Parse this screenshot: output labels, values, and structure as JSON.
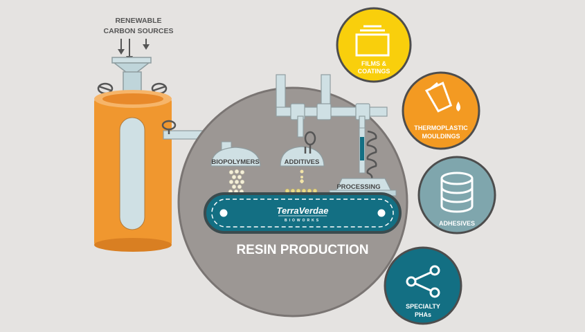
{
  "source": {
    "line1": "RENEWABLE",
    "line2": "CARBON SOURCES"
  },
  "stations": {
    "biopolymers": "BIOPOLYMERS",
    "additives": "ADDITIVES",
    "processing": "PROCESSING"
  },
  "belt": {
    "brand": "TerraVerdae",
    "sub": "BIOWORKS"
  },
  "section_title": "RESIN PRODUCTION",
  "products": [
    {
      "line1": "FILMS &",
      "line2": "COATINGS",
      "color": "#f9cf0c",
      "icon": "stacked-sheets-icon"
    },
    {
      "line1": "THERMOPLASTIC",
      "line2": "MOULDINGS",
      "color": "#f39a22",
      "icon": "pouring-bucket-icon"
    },
    {
      "line1": "ADHESIVES",
      "line2": "",
      "color": "#7fa6ad",
      "icon": "database-stack-icon"
    },
    {
      "line1": "SPECIALTY",
      "line2": "PHAs",
      "color": "#136f83",
      "icon": "share-nodes-icon"
    }
  ],
  "colors": {
    "background": "#e5e3e1",
    "tank": "#f0972f",
    "pipe": "#bfd5da",
    "circle": "#9c9794",
    "belt": "#136f83",
    "text_dark": "#555555"
  }
}
